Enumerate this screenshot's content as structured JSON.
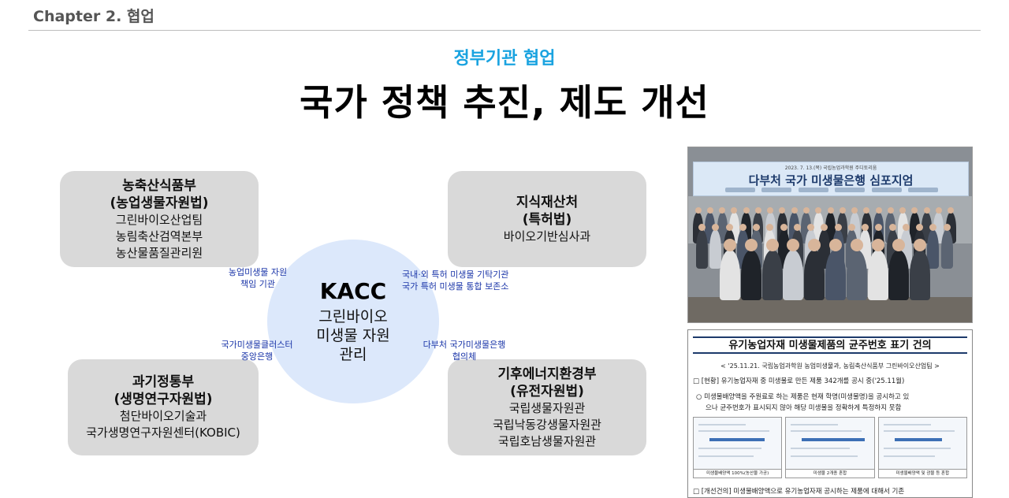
{
  "header": {
    "chapter": "Chapter 2. 협업"
  },
  "slide": {
    "subtitle": "정부기관 협업",
    "title": "국가 정책 추진, 제도 개선"
  },
  "center": {
    "title": "KACC",
    "line1": "그린바이오",
    "line2": "미생물 자원",
    "line3": "관리"
  },
  "boxes": {
    "top_left": {
      "title1": "농축산식품부",
      "title2": "(농업생물자원법)",
      "lines": [
        "그린바이오산업팀",
        "농림축산검역본부",
        "농산물품질관리원"
      ]
    },
    "top_right": {
      "title1": "지식재산처",
      "title2": "(특허법)",
      "lines": [
        "바이오기반심사과"
      ]
    },
    "bottom_left": {
      "title1": "과기정통부",
      "title2": "(생명연구자원법)",
      "lines": [
        "첨단바이오기술과",
        "국가생명연구자원센터(KOBIC)"
      ]
    },
    "bottom_right": {
      "title1": "기후에너지환경부",
      "title2": "(유전자원법)",
      "lines": [
        "국립생물자원관",
        "국립낙동강생물자원관",
        "국립호남생물자원관"
      ]
    }
  },
  "connectors": {
    "top_left": [
      "농업미생물 자원",
      "책임 기관"
    ],
    "top_right": [
      "국내·외 특허 미생물 기탁기관",
      "국가 특허 미생물 통합 보존소"
    ],
    "bottom_left": [
      "국가미생물클러스터",
      "중앙은행"
    ],
    "bottom_right": [
      "다부처 국가미생물은행",
      "협의체"
    ]
  },
  "photo": {
    "banner_date": "2023. 7. 13.(목) 국립농업과학원 주디토리움",
    "banner_title": "다부처 국가 미생물은행 심포지엄"
  },
  "document": {
    "title": "유기농업자재 미생물제품의 균주번호 표기 건의",
    "subtitle": "< '25.11.21. 국립농업과학원 농업미생물과, 농림축산식품부 그린바이오산업팀 >",
    "status_line": "□ [현황] 유기농업자재 중 미생물로 만든 제품 342개를 공시 중('25.11월)",
    "detail_line1": "○ 미생물배양액을 주원료로 하는 제품은 현재 학명(미생물명)을 공시하고 있",
    "detail_line2": "으나 균주번호가 표시되지 않아 해당 미생물을 정확하게 특정하지 못함",
    "thumb_captions": [
      "미생물배양액 100%(농산물 가공)",
      "미생물 2개종 혼합",
      "미생물배양액 및 광물 등 혼합"
    ],
    "improve_line": "□ [개선건의] 미생물배양액으로 유기농업자재 공시하는 제품에 대해서 기존"
  },
  "colors": {
    "accent": "#1aa3e0",
    "box_fill": "#d9d9d9",
    "circle_fill": "#dce8fb",
    "connector_text": "#1a35a8"
  }
}
